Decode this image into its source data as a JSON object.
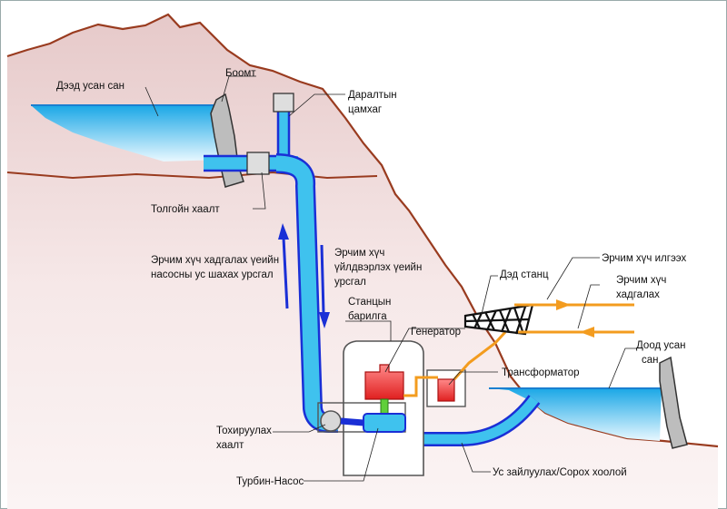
{
  "labels": {
    "upper_reservoir": "Дээд усан сан",
    "dam": "Боомт",
    "surge_tower_1": "Даралтын",
    "surge_tower_2": "цамхаг",
    "head_gate": "Толгойн хаалт",
    "pump_flow_1": "Эрчим хүч хадгалах үеийн",
    "pump_flow_2": "насосны ус шахах урсгал",
    "gen_flow_1": "Эрчим хүч",
    "gen_flow_2": "үйлдвэрлэх үеийн",
    "gen_flow_3": "урсгал",
    "powerhouse_1": "Станцын",
    "powerhouse_2": "барилга",
    "generator": "Генератор",
    "substation": "Дэд станц",
    "energy_out": "Эрчим хүч илгээх",
    "energy_in_1": "Эрчим хүч",
    "energy_in_2": "хадгалах",
    "transformer": "Трансформатор",
    "lower_reservoir_1": "Доод усан",
    "lower_reservoir_2": "сан",
    "control_gate_1": "Тохируулах",
    "control_gate_2": "хаалт",
    "turbine_pump": "Турбин-Насос",
    "discharge_pipe": "Ус зайлуулах/Сорох хоолой"
  },
  "colors": {
    "water": "#3fc2ee",
    "pipe_outline": "#1a2fd6",
    "rock_fill": "#f2e0e0",
    "rock_edge": "#993b1f",
    "power_line": "#f39c1f",
    "generator": "#e83a3a"
  }
}
